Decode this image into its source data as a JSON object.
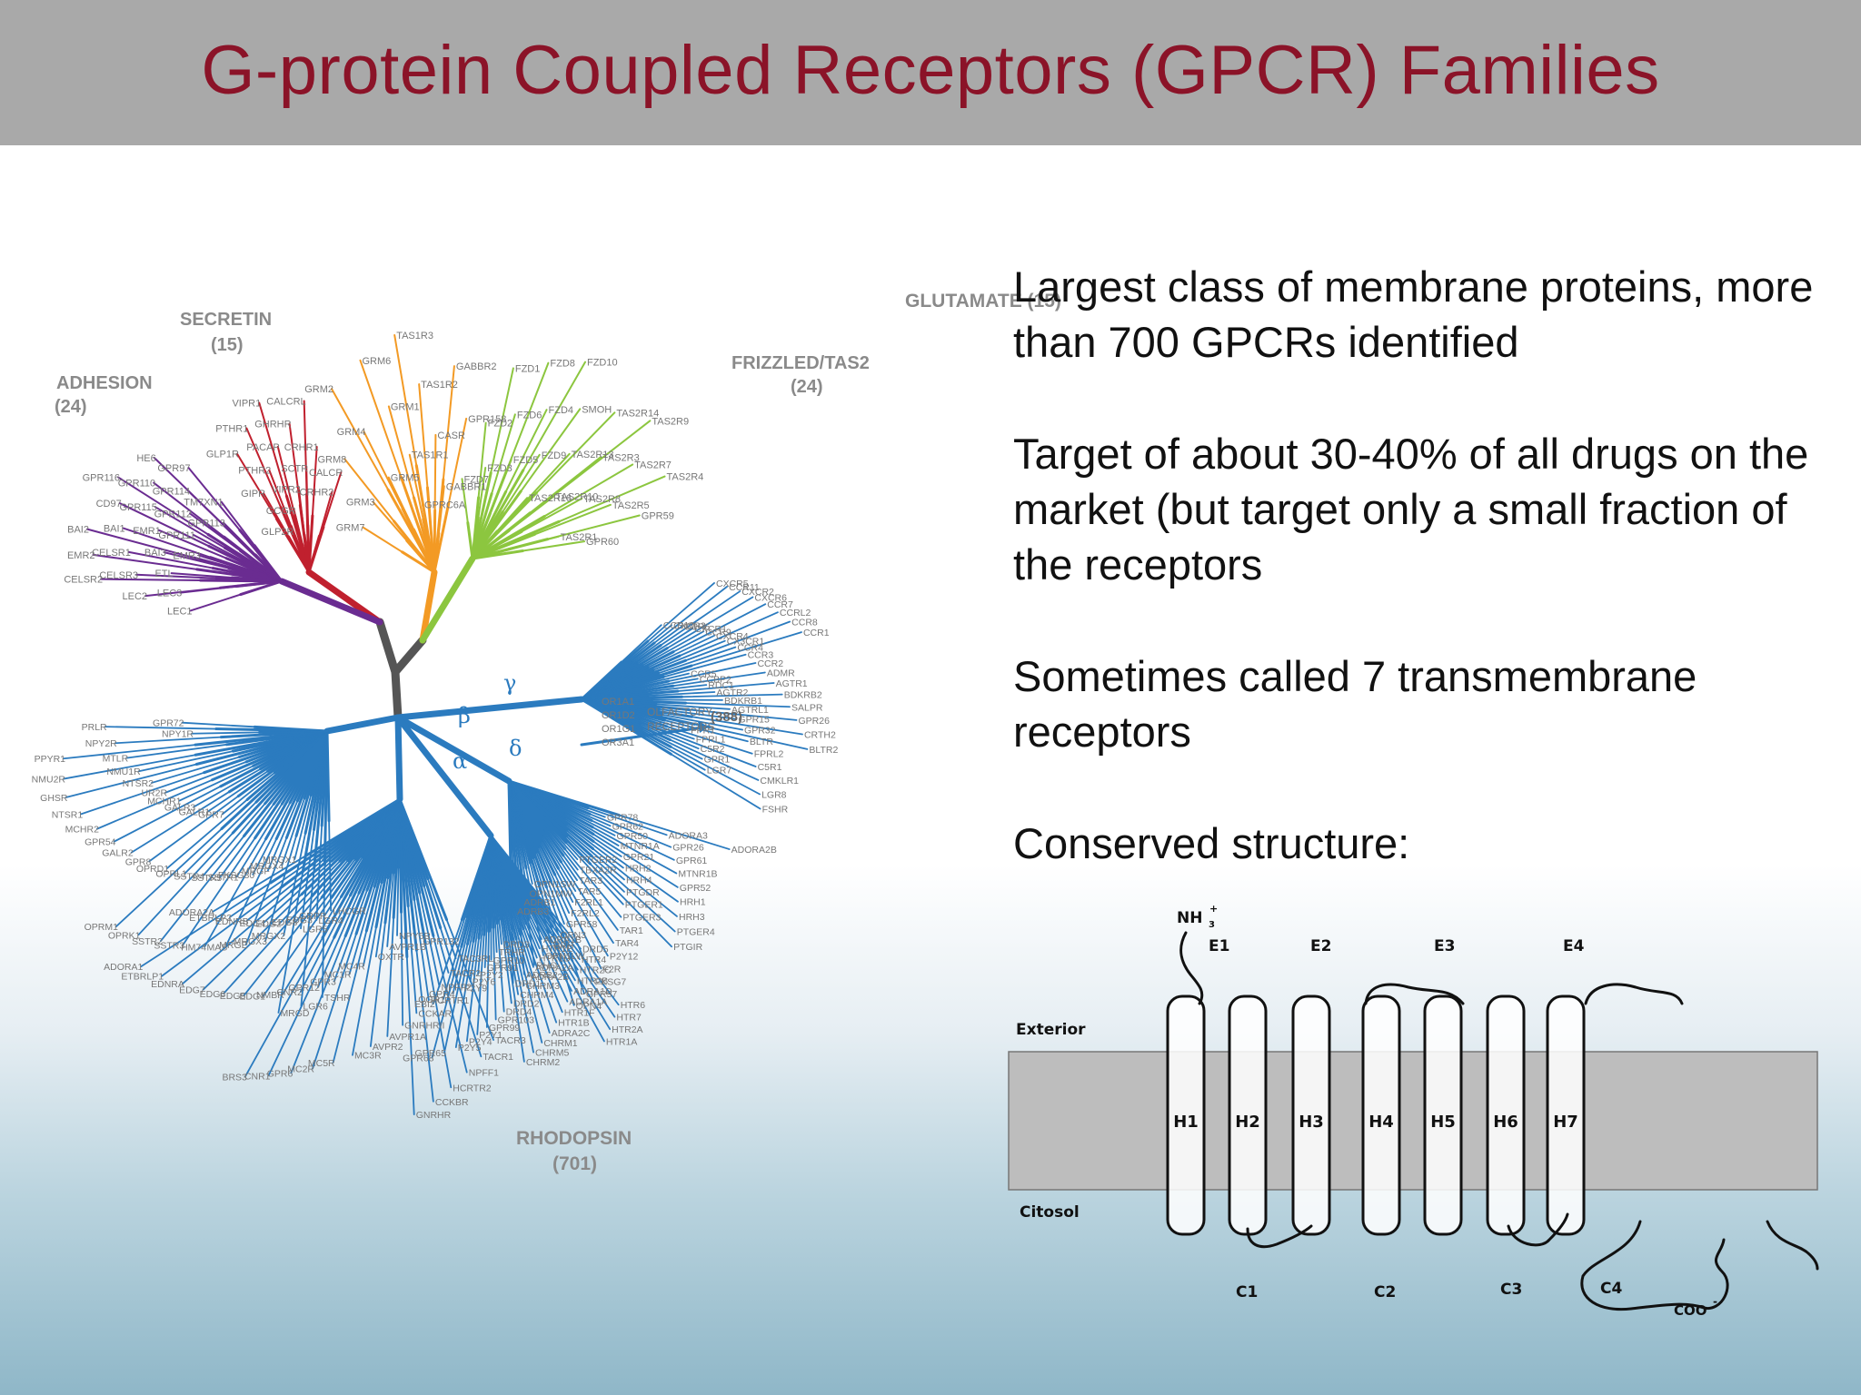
{
  "slide": {
    "title": "G-protein Coupled Receptors (GPCR) Families",
    "bullets": [
      "Largest class of membrane proteins, more than 700 GPCRs identified",
      "Target of about 30-40% of all drugs on the market (but target only a small fraction of the receptors",
      "Sometimes called 7 transmembrane receptors",
      "Conserved structure:"
    ]
  },
  "tree": {
    "families": [
      {
        "name": "GLUTAMATE (15)",
        "color": "#f39a24"
      },
      {
        "name": "SECRETIN",
        "count": "(15)",
        "color": "#c0202e"
      },
      {
        "name": "ADHESION",
        "count": "(24)",
        "color": "#6a2c91"
      },
      {
        "name": "FRIZZLED/TAS2",
        "count": "(24)",
        "color": "#8cc63f"
      },
      {
        "name": "RHODOPSIN",
        "count": "(701)",
        "color": "#2b7bbf"
      }
    ],
    "greek": [
      "α",
      "β",
      "γ",
      "δ"
    ],
    "olfactory": {
      "count": "(388)",
      "label": "OLFACTORY",
      "label2": "RECEPTORS",
      "codes": [
        "OR1A1",
        "OR1D2",
        "OR1G1",
        "OR3A1"
      ]
    },
    "labels": {
      "glutamate": [
        "GRM7",
        "GRM8",
        "GRM2",
        "GRM3",
        "GRM4",
        "GRM6",
        "GRM5",
        "GRM1",
        "TAS1R3",
        "TAS1R1",
        "TAS1R2",
        "GPRC6A",
        "CASR",
        "GABBR2",
        "GABBR1",
        "GPR158"
      ],
      "secretin": [
        "GLP2R",
        "GIPR",
        "GLP1R",
        "GCGR",
        "PTHR2",
        "PTHR1",
        "VIPR2",
        "PACAP",
        "VIPR1",
        "SCTR",
        "GHRHR",
        "CRHR2",
        "CRHR1",
        "CALCRL",
        "CALCR"
      ],
      "adhesion": [
        "LEC1",
        "LEC2",
        "CELSR2",
        "LEC3",
        "CELSR3",
        "EMR2",
        "ETL",
        "CELSR1",
        "BAI2",
        "BAI3",
        "BAI1",
        "EMR3",
        "EMR1",
        "CD97",
        "GPR111",
        "GPR115",
        "GPR116",
        "GPR112",
        "GPR110",
        "GPR113",
        "GPR114",
        "HE6",
        "TM7XN1",
        "GPR97"
      ],
      "frizzled": [
        "FZD7",
        "FZD2",
        "FZD1",
        "FZD3",
        "FZD6",
        "FZD8",
        "FZD5",
        "FZD4",
        "FZD10",
        "FZD9",
        "SMOH",
        "TAS2R16",
        "TAS2R13",
        "TAS2R14",
        "TAS2R10",
        "TAS2R3",
        "TAS2R9",
        "TAS2R8",
        "TAS2R7",
        "TAS2R1",
        "TAS2R5",
        "TAS2R4",
        "GPR60",
        "GPR59"
      ],
      "rhodopsin": [
        "CCR10",
        "CXCR5",
        "CXCR3",
        "CCR11",
        "CCR6",
        "CXCR2",
        "CXCR1",
        "CXCR6",
        "CCR9",
        "CCR7",
        "CXCR4",
        "CCRL2",
        "CX3CR1",
        "CCR8",
        "CCR4",
        "CCR1",
        "CCR3",
        "CCR5",
        "CCR2",
        "CCBP2",
        "ADMR",
        "RDC1",
        "AGTR1",
        "AGTR2",
        "BDKRB2",
        "BDKRB1",
        "SALPR",
        "AGTRL1",
        "GPR26",
        "GPR15",
        "CRTH2",
        "GPR32",
        "BLTR2",
        "BLTR",
        "FPR1",
        "FPRL2",
        "FPRL1",
        "C5R1",
        "C5R2",
        "CMKLR1",
        "GPR1",
        "LGR8",
        "LGR7",
        "FSHR",
        "LHCGR",
        "TSHR",
        "LGR4",
        "LGR6",
        "LGR5",
        "MRGD",
        "MRGX2",
        "MRGX1",
        "MRGX3",
        "MRGX4",
        "MRGE",
        "MRGF",
        "MAS",
        "FKSG80",
        "HM74",
        "SSTR1",
        "SSTR3",
        "SSTR5",
        "SSTR2",
        "SSTR4",
        "OPRK1",
        "OPRL1",
        "OPRM1",
        "OPRD1",
        "GPR7",
        "GPR8",
        "GALR1",
        "GALR2",
        "GALR3",
        "GPR54",
        "MCHR1",
        "MCHR2",
        "UR2R",
        "NTSR1",
        "NTSR2",
        "GHSR",
        "NMU1R",
        "NMU2R",
        "MTLR",
        "PPYR1",
        "NPY2R",
        "NPY1R",
        "PRLR",
        "GPR72",
        "TACR3",
        "TAC3RL",
        "TACR1",
        "TACR2",
        "NPFF1",
        "NPFF2",
        "HCRTR2",
        "HCRTR1",
        "CCKBR",
        "CCKAR",
        "GNRHR",
        "GNRHRII",
        "NPY5R",
        "AVPR1A",
        "AVPR1B",
        "AVPR2",
        "OXTR",
        "MC3R",
        "MC4R",
        "MC5R",
        "MC1R",
        "MC2R",
        "GPR3",
        "GPR6",
        "GPR12",
        "CNR1",
        "CNR2",
        "BRS3",
        "NMBR",
        "GRPR",
        "EDG1",
        "EDG3",
        "EDG5",
        "EDG8",
        "EDG6",
        "EDG2",
        "EDG7",
        "EDG4",
        "EDNRA",
        "EDNRB",
        "ETBRLP1",
        "ETBRLP2",
        "ADORA1",
        "ADORA2A",
        "ADORA2B",
        "ADORA3",
        "GPR78",
        "GPR26",
        "GPR62",
        "GPR61",
        "GPR50",
        "MTNR1B",
        "MTNR1A",
        "GPR52",
        "GPR21",
        "HRH1",
        "HRH2",
        "HRH3",
        "HRH4",
        "PTGER4",
        "PTGDR",
        "PTGIR",
        "PTGER1",
        "PTGER2",
        "PTGER3",
        "TBXA2R",
        "TAR1",
        "TAR3",
        "TAR4",
        "TAR5",
        "P2Y12",
        "F2RL1",
        "F2R",
        "F2RL2",
        "FKSG7",
        "GPR58",
        "GPR57",
        "OPN3",
        "OPN4",
        "RRH",
        "OPN1SW",
        "OPN1LW",
        "OPN1MW",
        "RHO",
        "ADRB1",
        "ADRB2",
        "ADRB3",
        "DRD1",
        "DRD5",
        "HTR6",
        "HTR4",
        "HTR7",
        "HTR2C",
        "HTR2A",
        "HTR2B",
        "HTR1A",
        "ADRA1D",
        "ADRA1B",
        "ADRA1A",
        "HTR1E",
        "HTR1F",
        "HTR1D",
        "HTR1B",
        "ADRA2A",
        "ADRA2C",
        "ADRA2B",
        "CHRM1",
        "CHRM3",
        "CHRM5",
        "CHRM4",
        "CHRM2",
        "DRD2",
        "DRD3",
        "DRD4",
        "TRHR",
        "GPR103",
        "GPR10",
        "GPR99",
        "GPR91",
        "P2Y1",
        "P2Y2",
        "P2Y4",
        "P2Y6",
        "P2Y5",
        "P2Y9",
        "GPR65",
        "GPR4",
        "GPR68",
        "OGR1",
        "GPR132",
        "EBI2"
      ]
    }
  },
  "structure": {
    "terminal_n": "NH",
    "terminal_n_sub": "3",
    "terminal_n_sup": "+",
    "terminal_c": "COO",
    "terminal_c_sup": "-",
    "exterior": "Exterior",
    "citosol": "Citosol",
    "helices": [
      "H1",
      "H2",
      "H3",
      "H4",
      "H5",
      "H6",
      "H7"
    ],
    "extracellular_loops": [
      "E1",
      "E2",
      "E3",
      "E4"
    ],
    "cytoplasmic_loops": [
      "C1",
      "C2",
      "C3",
      "C4"
    ],
    "membrane_color": "#bdbdbd"
  }
}
